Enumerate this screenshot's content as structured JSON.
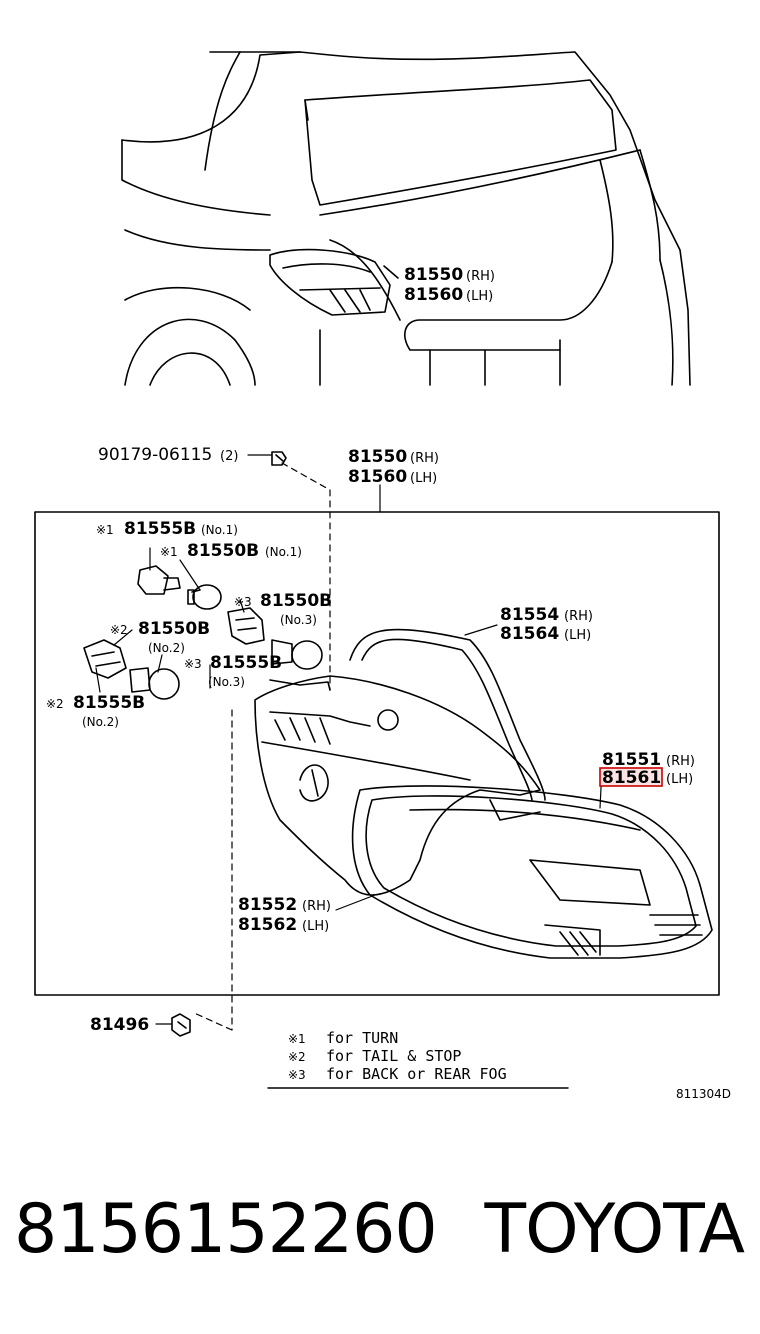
{
  "colors": {
    "line": "#000000",
    "highlight_box": "#cc0000",
    "highlight_fill": "#fbe3e3",
    "background": "#ffffff"
  },
  "car": {
    "part": "81550",
    "part_rh": "(RH)",
    "part2": "81560",
    "part2_lh": "(LH)"
  },
  "assembly": {
    "bolt_part": "90179-06115",
    "bolt_qty": "(2)",
    "part": "81550",
    "part_rh": "(RH)",
    "part2": "81560",
    "part2_lh": "(LH)"
  },
  "bulbs": {
    "s1_socket": {
      "mark": "※1",
      "part": "81555B",
      "note": "(No.1)"
    },
    "s1_bulb": {
      "mark": "※1",
      "part": "81550B",
      "note": "(No.1)"
    },
    "s3_bulb": {
      "mark": "※3",
      "part": "81550B",
      "note": "(No.3)"
    },
    "s2_bulb": {
      "mark": "※2",
      "part": "81550B",
      "note": "(No.2)"
    },
    "s3_socket": {
      "mark": "※3",
      "part": "81555B",
      "note": "(No.3)"
    },
    "s2_socket": {
      "mark": "※2",
      "part": "81555B",
      "note": "(No.2)"
    }
  },
  "gasket": {
    "part": "81554",
    "rh": "(RH)",
    "part2": "81564",
    "lh": "(LH)"
  },
  "lens": {
    "part": "81551",
    "rh": "(RH)",
    "part2": "81561",
    "lh": "(LH)"
  },
  "housing": {
    "part": "81552",
    "rh": "(RH)",
    "part2": "81562",
    "lh": "(LH)"
  },
  "screw": {
    "part": "81496"
  },
  "legend": [
    {
      "mark": "※1",
      "text": "for TURN"
    },
    {
      "mark": "※2",
      "text": "for TAIL & STOP"
    },
    {
      "mark": "※3",
      "text": "for BACK or REAR FOG"
    }
  ],
  "figure_code": "811304D",
  "caption": {
    "part_number": "8156152260",
    "brand": "TOYOTA"
  }
}
